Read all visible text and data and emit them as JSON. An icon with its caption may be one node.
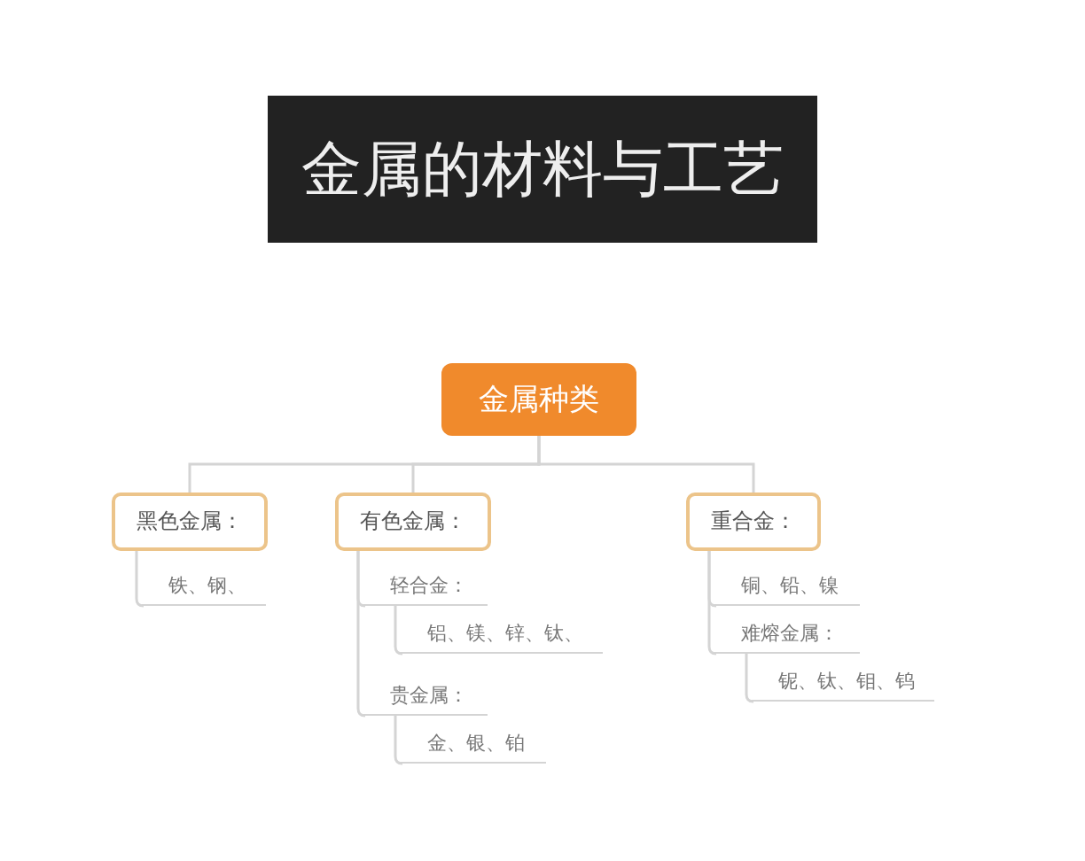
{
  "diagram": {
    "title": "金属的材料与工艺",
    "nodes": [
      {
        "text": [
          "金属种类"
        ]
      },
      {
        "text": [
          "黑色金属："
        ]
      },
      {
        "text": [
          "铁、钢、"
        ]
      },
      {
        "text": [
          "有色金属："
        ]
      },
      {
        "text": [
          "轻合金："
        ]
      },
      {
        "text": [
          "铝、镁、锌、钛、"
        ]
      },
      {
        "text": [
          "贵金属："
        ]
      },
      {
        "text": [
          "金、银、铂"
        ]
      },
      {
        "text": [
          "重合金："
        ]
      },
      {
        "text": [
          "铜、铅、镍"
        ]
      },
      {
        "text": [
          "难熔金属："
        ]
      },
      {
        "text": [
          "铌、钛、钼、钨"
        ]
      }
    ],
    "edges": [
      {
        "from": 0,
        "to": 1,
        "arrow": "none"
      },
      {
        "from": 0,
        "to": 3,
        "arrow": "none"
      },
      {
        "from": 0,
        "to": 8,
        "arrow": "none"
      },
      {
        "from": 1,
        "to": 2,
        "arrow": "none"
      },
      {
        "from": 3,
        "to": 4,
        "arrow": "none"
      },
      {
        "from": 3,
        "to": 6,
        "arrow": "none"
      },
      {
        "from": 4,
        "to": 5,
        "arrow": "none"
      },
      {
        "from": 6,
        "to": 7,
        "arrow": "none"
      },
      {
        "from": 8,
        "to": 9,
        "arrow": "none"
      },
      {
        "from": 8,
        "to": 10,
        "arrow": "none"
      },
      {
        "from": 10,
        "to": 11,
        "arrow": "none"
      }
    ]
  }
}
